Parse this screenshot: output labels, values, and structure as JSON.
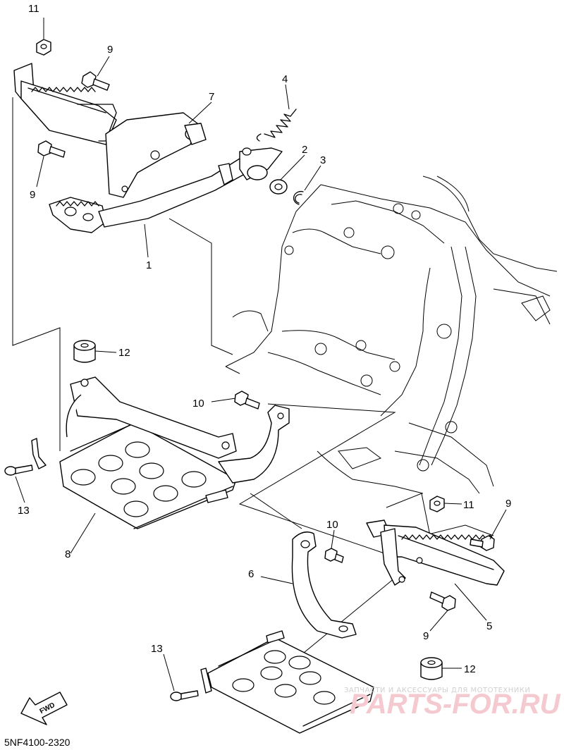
{
  "callouts": {
    "c1": "1",
    "c2": "2",
    "c3": "3",
    "c4": "4",
    "c5": "5",
    "c6": "6",
    "c7": "7",
    "c8": "8",
    "c9a": "9",
    "c9b": "9",
    "c9c": "9",
    "c9d": "9",
    "c10a": "10",
    "c10b": "10",
    "c11a": "11",
    "c11b": "11",
    "c12a": "12",
    "c12b": "12",
    "c13a": "13",
    "c13b": "13"
  },
  "diagram_code": "5NF4100-2320",
  "fwd_label": "FWD",
  "watermark": {
    "line1": "ЗАПЧАСТИ И АКСЕССУАРЫ ДЛЯ МОТОТЕХНИКИ",
    "line2": "PARTS-FOR.RU"
  }
}
